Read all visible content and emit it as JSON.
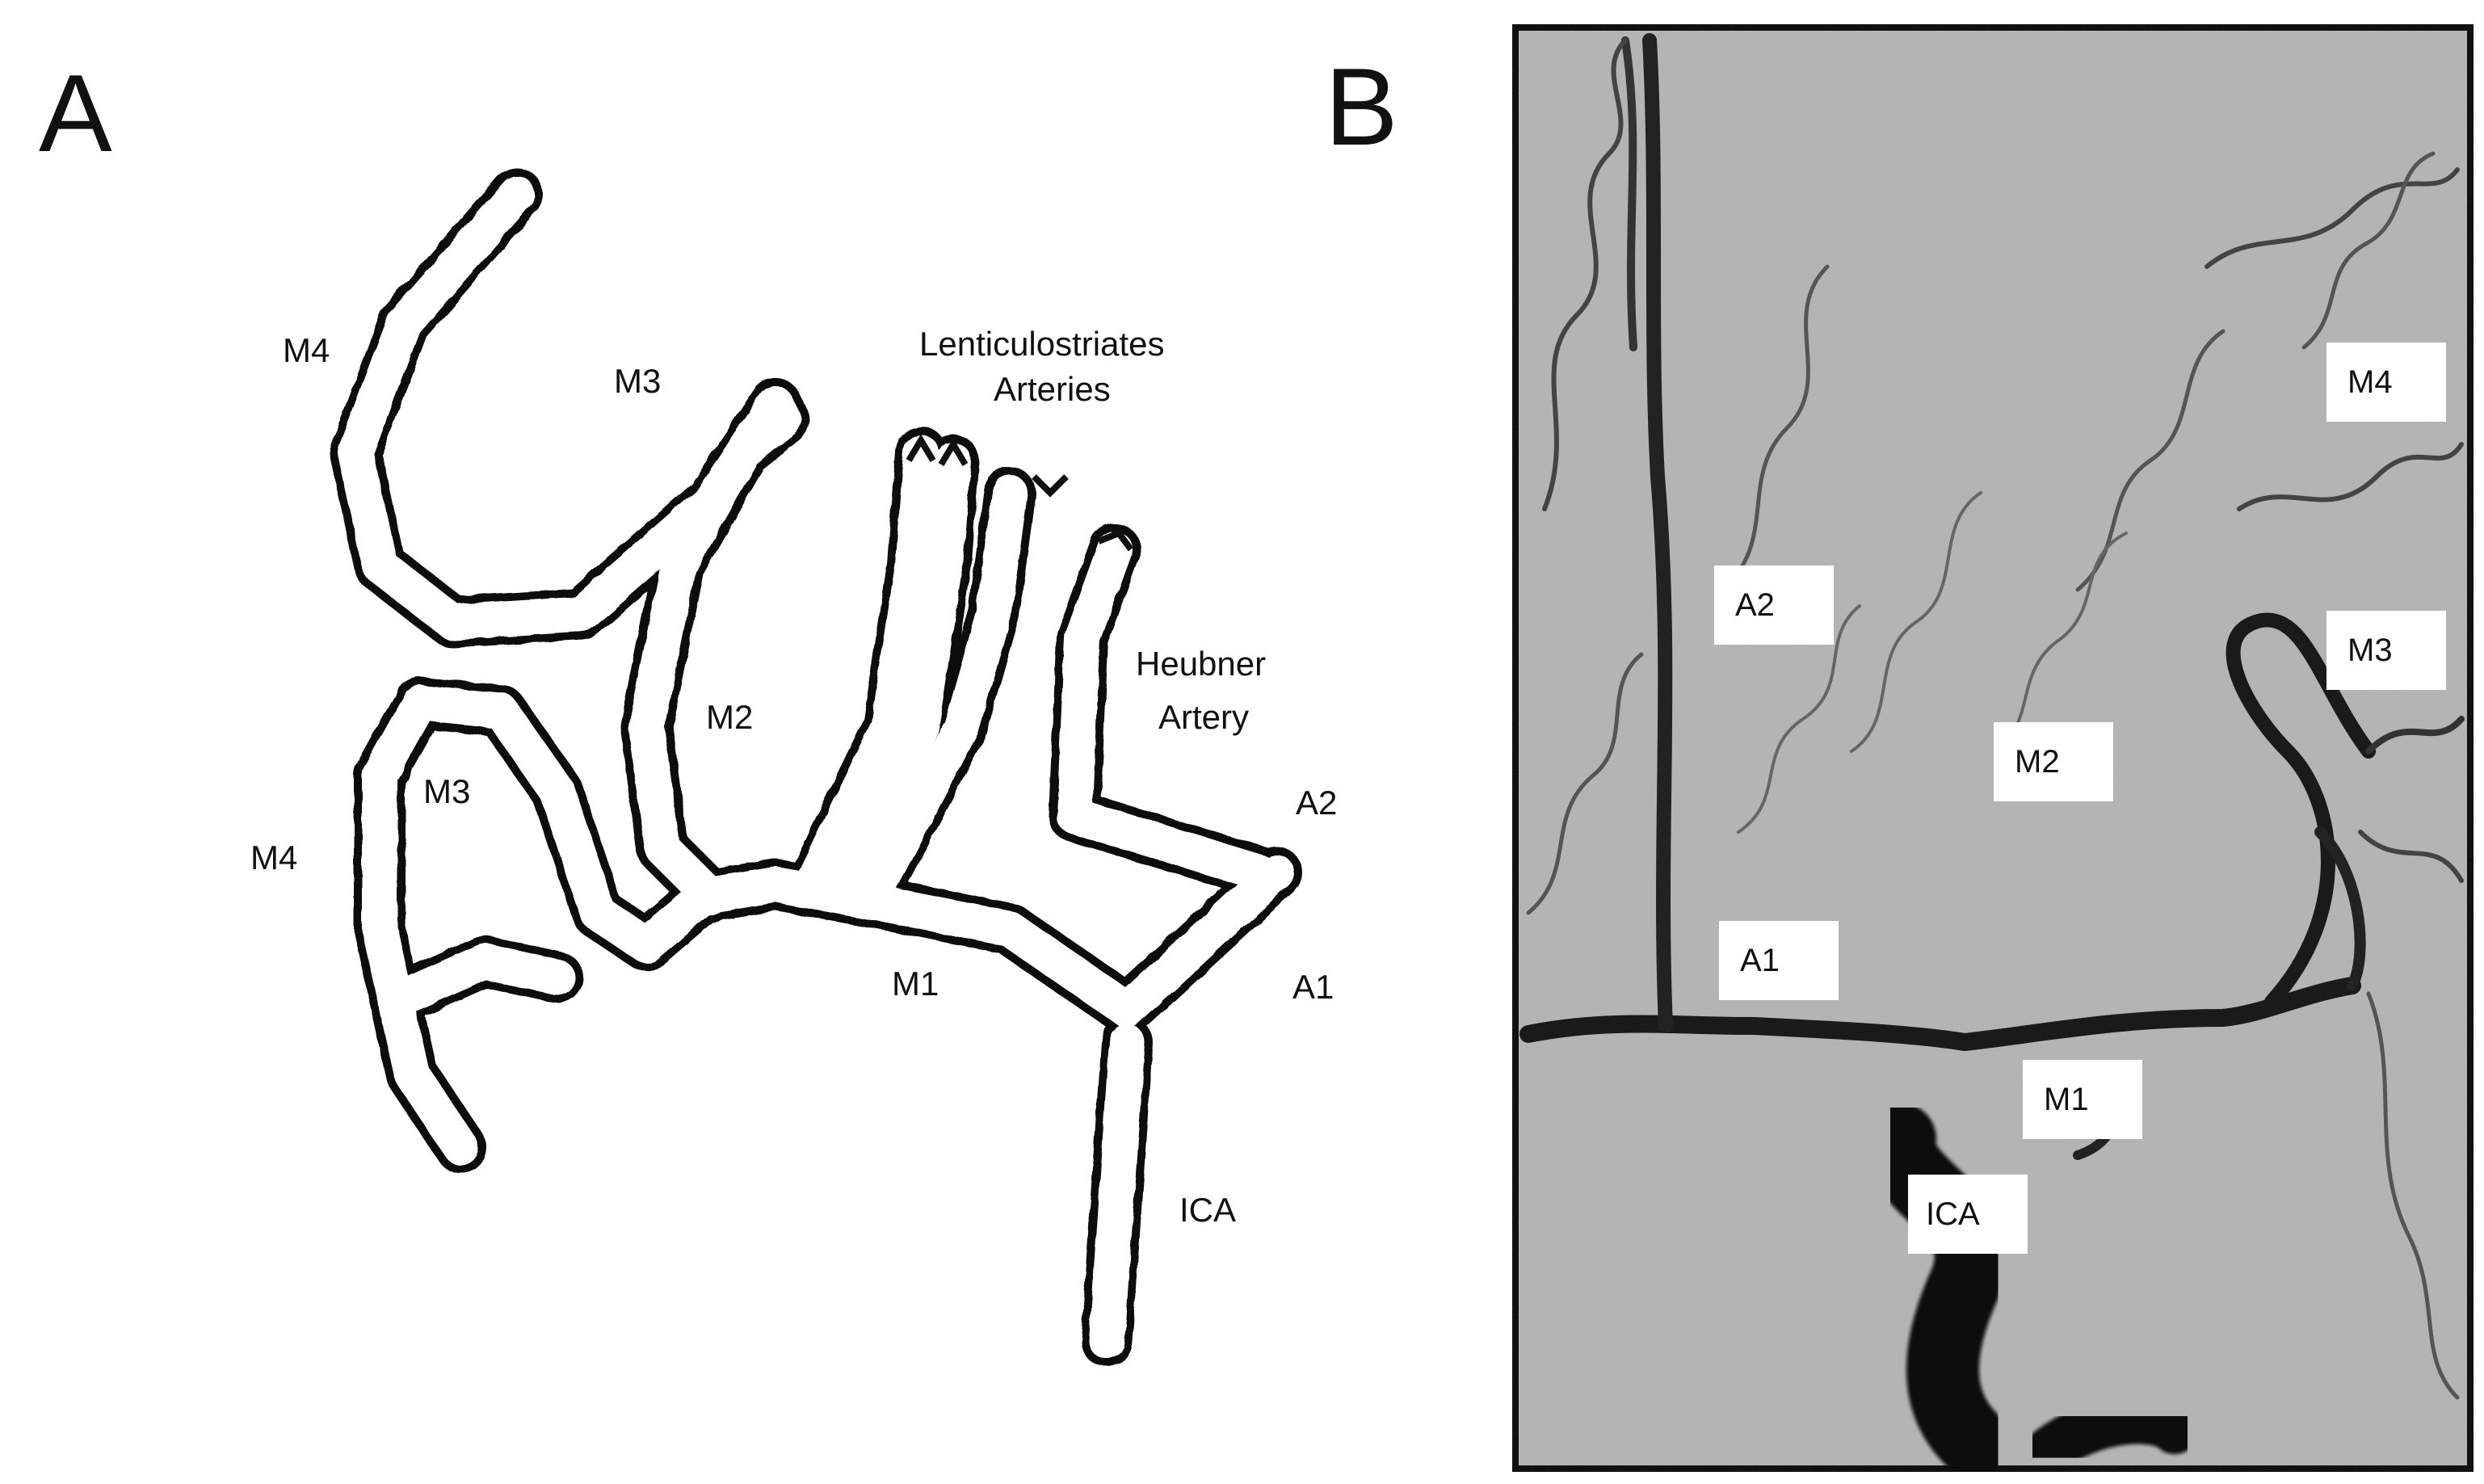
{
  "panel_a": {
    "letter": "A",
    "labels": {
      "m4_upper": "M4",
      "m3_upper": "M3",
      "lenticulostriate_line1": "Lenticulostriates",
      "lenticulostriate_line2": "Arteries",
      "heubner_line1": "Heubner",
      "heubner_line2": "Artery",
      "m2": "M2",
      "m3_lower": "M3",
      "m4_lower": "M4",
      "a2": "A2",
      "m1": "M1",
      "a1": "A1",
      "ica": "ICA"
    }
  },
  "panel_b": {
    "letter": "B",
    "labels": {
      "m4": "M4",
      "a2": "A2",
      "m3": "M3",
      "m2": "M2",
      "a1": "A1",
      "m1": "M1",
      "ica": "ICA"
    }
  }
}
